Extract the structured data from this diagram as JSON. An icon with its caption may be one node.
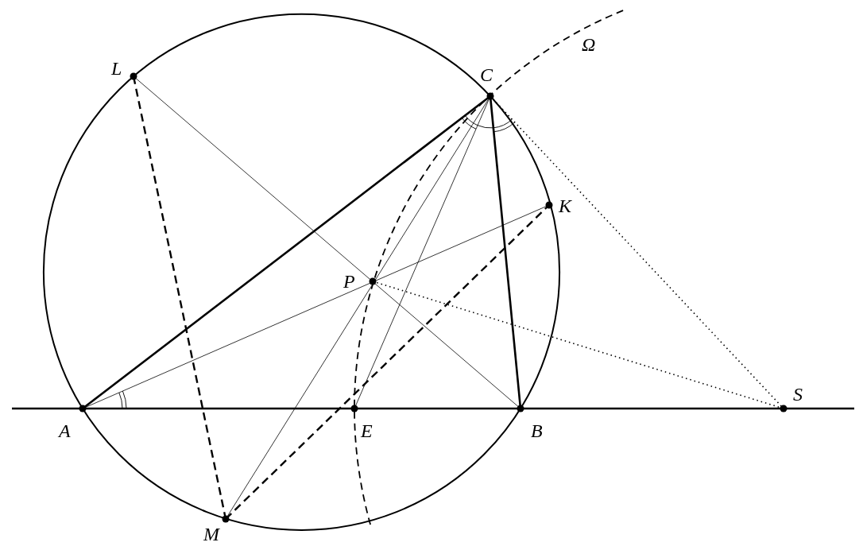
{
  "diagram": {
    "labels": [
      "L",
      "C",
      "Ω",
      "K",
      "P",
      "A",
      "E",
      "B",
      "S",
      "M"
    ]
  }
}
